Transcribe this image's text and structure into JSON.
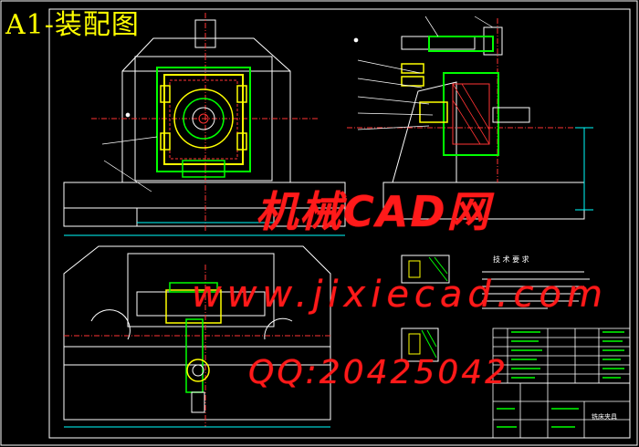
{
  "drawing": {
    "title": "A1-装配图"
  },
  "watermarks": {
    "line1": "机械CAD网",
    "line2": "www.jixiecad.com",
    "line3": "QQ:20425042"
  },
  "tech_notes": {
    "title": "技 术 要 求"
  },
  "title_block": {
    "part_name": "铣床夹具"
  },
  "colors": {
    "background": "#000000",
    "outline": "#ffffff",
    "part_yellow": "#ffff00",
    "part_green": "#00ff00",
    "part_red": "#ff0000",
    "dimension_cyan": "#00ffff",
    "watermark": "#ff1a1a"
  }
}
